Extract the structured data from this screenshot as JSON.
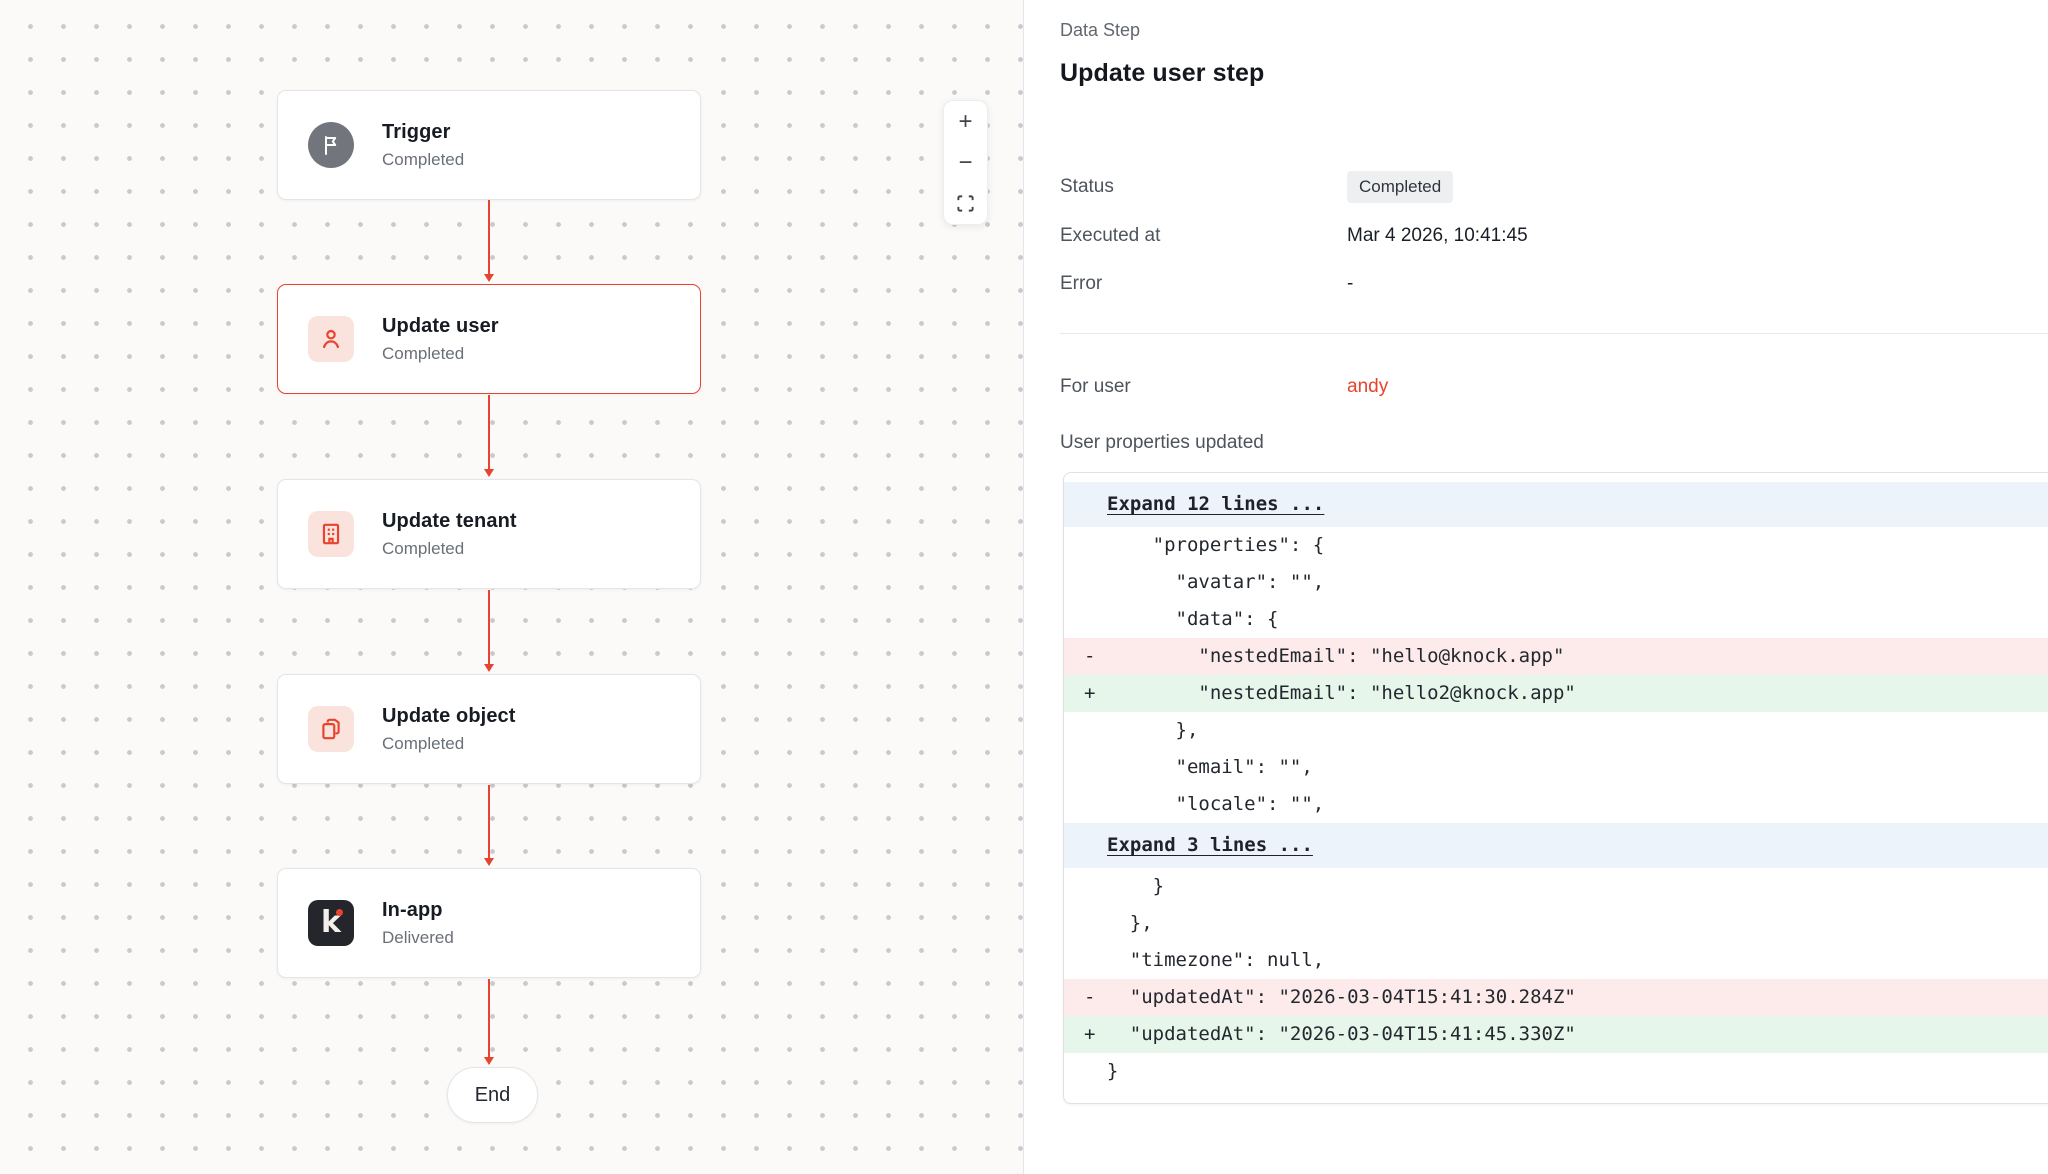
{
  "theme": {
    "accent": "#E8432E",
    "accent-soft": "#FBE3DD",
    "canvas-bg": "#FBFAF8",
    "row-blue": "#EDF3FA",
    "row-pink": "#FCEBEA",
    "row-green": "#E6F6EB"
  },
  "canvas": {
    "nodes": [
      {
        "title": "Trigger",
        "status": "Completed",
        "icon": "flag-icon"
      },
      {
        "title": "Update user",
        "status": "Completed",
        "icon": "user-icon",
        "selected": true
      },
      {
        "title": "Update tenant",
        "status": "Completed",
        "icon": "building-icon"
      },
      {
        "title": "Update object",
        "status": "Completed",
        "icon": "copy-icon"
      },
      {
        "title": "In-app",
        "status": "Delivered",
        "icon": "knock-logo"
      }
    ],
    "end_label": "End",
    "zoom_controls": {
      "zoom_in": "+",
      "zoom_out": "−"
    }
  },
  "panel": {
    "eyebrow": "Data Step",
    "title": "Update user step",
    "fields": [
      {
        "label": "Status",
        "value": "Completed"
      },
      {
        "label": "Executed at",
        "value": "Mar 4 2026, 10:41:45"
      },
      {
        "label": "Error",
        "value": "-"
      }
    ],
    "for_user": {
      "label": "For user",
      "value": "andy"
    },
    "section_heading": "User properties updated",
    "diff": {
      "lines": [
        {
          "type": "expand",
          "text": "Expand 12 lines ..."
        },
        {
          "type": "context",
          "text": "      \"properties\": {"
        },
        {
          "type": "context",
          "text": "        \"avatar\": \"\","
        },
        {
          "type": "context",
          "text": "        \"data\": {"
        },
        {
          "type": "del",
          "text": "-         \"nestedEmail\": \"hello@knock.app\""
        },
        {
          "type": "add",
          "text": "+         \"nestedEmail\": \"hello2@knock.app\""
        },
        {
          "type": "context",
          "text": "        },"
        },
        {
          "type": "context",
          "text": "        \"email\": \"\","
        },
        {
          "type": "context",
          "text": "        \"locale\": \"\","
        },
        {
          "type": "expand",
          "text": "Expand 3 lines ..."
        },
        {
          "type": "context",
          "text": "      }"
        },
        {
          "type": "context",
          "text": "    },"
        },
        {
          "type": "context",
          "text": "    \"timezone\": null,"
        },
        {
          "type": "del",
          "text": "-   \"updatedAt\": \"2026-03-04T15:41:30.284Z\""
        },
        {
          "type": "add",
          "text": "+   \"updatedAt\": \"2026-03-04T15:41:45.330Z\""
        },
        {
          "type": "context",
          "text": "  }"
        }
      ]
    }
  }
}
